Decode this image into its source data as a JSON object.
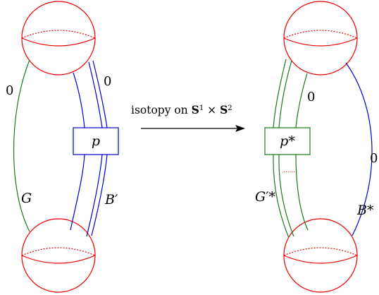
{
  "diagram": {
    "caption": {
      "text": "isotopy on ",
      "s1": "S",
      "s1_exp": "1",
      "times": " × ",
      "s2": "S",
      "s2_exp": "2"
    },
    "left": {
      "box_label": "p",
      "green_framing": "0",
      "blue_framing": "0",
      "green_label": "G",
      "blue_label": "B′"
    },
    "right": {
      "box_label": "p*",
      "green_framing": "0",
      "blue_framing": "0",
      "green_label": "G′*",
      "blue_label": "B*",
      "dots": "......"
    },
    "colors": {
      "sphere": "#ee0000",
      "green": "#1a7a1a",
      "blue": "#0000cc",
      "arrow": "#000000"
    }
  }
}
